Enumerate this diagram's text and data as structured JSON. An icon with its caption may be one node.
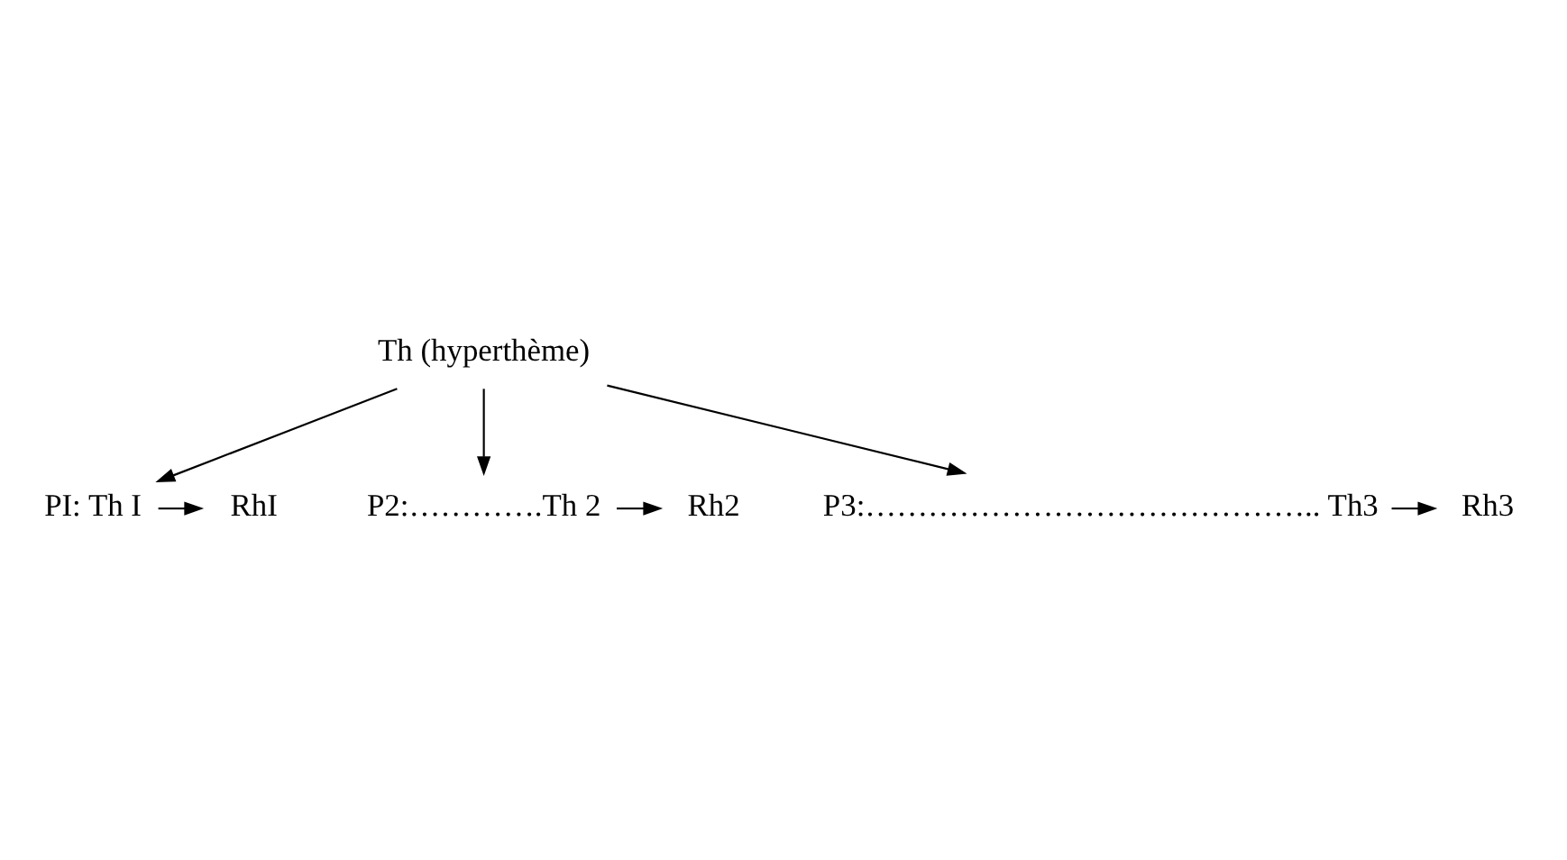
{
  "diagram": {
    "nodes": [
      {
        "text": [
          "Th (hyperthème)"
        ]
      },
      {
        "text": [
          "PI: Th I"
        ]
      },
      {
        "text": [
          "RhI"
        ]
      },
      {
        "text": [
          "P2:………….Th 2"
        ]
      },
      {
        "text": [
          "Rh2"
        ]
      },
      {
        "text": [
          "P3:…………………………………….. Th3"
        ]
      },
      {
        "text": [
          "Rh3"
        ]
      }
    ],
    "edges": [
      {
        "from": 0,
        "to": 1,
        "arrow": "to"
      },
      {
        "from": 1,
        "to": 2,
        "arrow": "to"
      },
      {
        "from": 0,
        "to": 3,
        "arrow": "to"
      },
      {
        "from": 3,
        "to": 4,
        "arrow": "to"
      },
      {
        "from": 0,
        "to": 5,
        "arrow": "to"
      },
      {
        "from": 5,
        "to": 6,
        "arrow": "to"
      }
    ]
  }
}
